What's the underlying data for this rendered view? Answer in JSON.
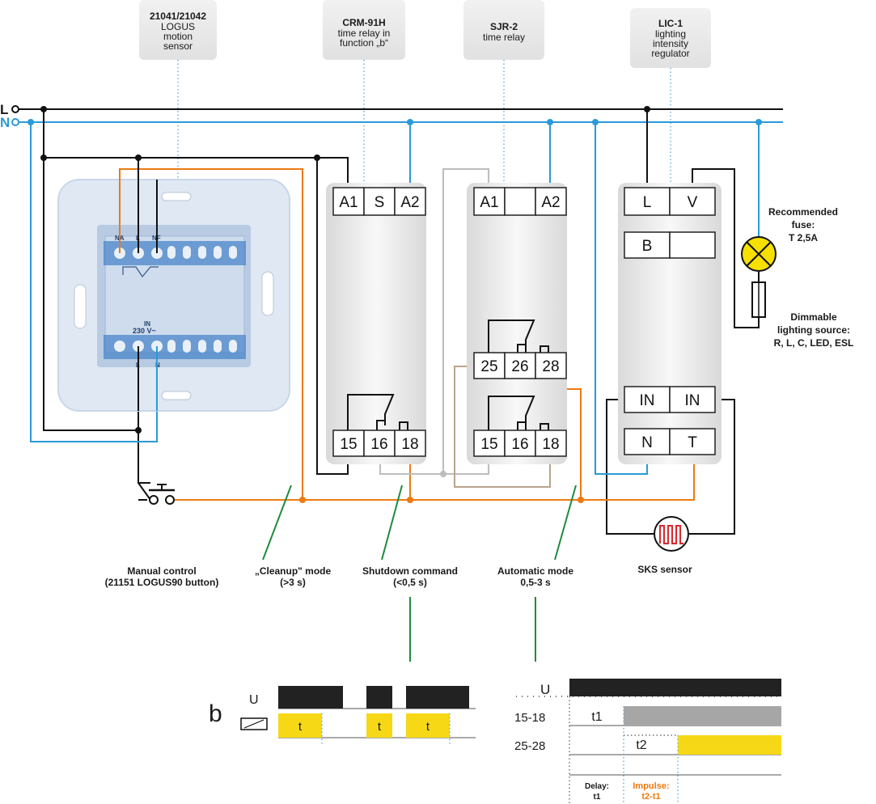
{
  "rails": {
    "L": "L",
    "N": "N"
  },
  "callouts": {
    "sensor": {
      "l1": "21041/21042",
      "l2": "LOGUS",
      "l3": "motion",
      "l4": "sensor"
    },
    "crm": {
      "l1": "CRM-91H",
      "l2": "time relay in",
      "l3": "function „b“"
    },
    "sjr": {
      "l1": "SJR-2",
      "l2": "time relay"
    },
    "lic": {
      "l1": "LIC-1",
      "l2": "lighting",
      "l3": "intensity",
      "l4": "regulator"
    }
  },
  "sensor_device": {
    "na": "NA",
    "l_top": "L",
    "nf": "NF",
    "in": "IN",
    "volt": "230 V~",
    "l_bot": "L",
    "n_bot": "N"
  },
  "crm_device": {
    "a1": "A1",
    "s": "S",
    "a2": "A2",
    "t15": "15",
    "t16": "16",
    "t18": "18"
  },
  "sjr_device": {
    "a1": "A1",
    "a2": "A2",
    "t25": "25",
    "t26": "26",
    "t28": "28",
    "t15": "15",
    "t16": "16",
    "t18": "18"
  },
  "lic_device": {
    "l": "L",
    "v": "V",
    "b": "B",
    "in1": "IN",
    "in2": "IN",
    "n": "N",
    "t": "T"
  },
  "labels": {
    "fuse": {
      "l1": "Recommended",
      "l2": "fuse:",
      "l3": "T 2,5A"
    },
    "source": {
      "l1": "Dimmable",
      "l2": "lighting source:",
      "l3": "R, L, C, LED, ESL"
    },
    "manual": {
      "l1": "Manual control",
      "l2": "(21151 LOGUS90 button)"
    },
    "cleanup": {
      "l1": "„Cleanup\" mode",
      "l2": "(>3 s)"
    },
    "shutdown": {
      "l1": "Shutdown command",
      "l2": "(<0,5 s)"
    },
    "auto": {
      "l1": "Automatic mode",
      "l2": "0,5-3 s"
    },
    "sks": "SKS sensor"
  },
  "timing_left": {
    "b": "b",
    "u": "U",
    "t1": "t",
    "t2": "t",
    "t3": "t"
  },
  "timing_right": {
    "u": "U",
    "row1": "15-18",
    "row2": "25-28",
    "t1": "t1",
    "t2": "t2",
    "delay_l1": "Delay:",
    "delay_l2": "t1",
    "impulse_l1": "Impulse:",
    "impulse_l2": "t2-t1"
  },
  "colors": {
    "live": "#111111",
    "neutral": "#2a9ad8",
    "control": "#ec7a12",
    "lead": "#1e8c3a",
    "pulse": "#f6d816",
    "bar": "#222222",
    "grey_bar": "#a6a6a6"
  },
  "icons": [
    "bulb-icon",
    "fuse-icon",
    "button-icon",
    "heater-sensor-icon",
    "relay-coil-icon"
  ]
}
